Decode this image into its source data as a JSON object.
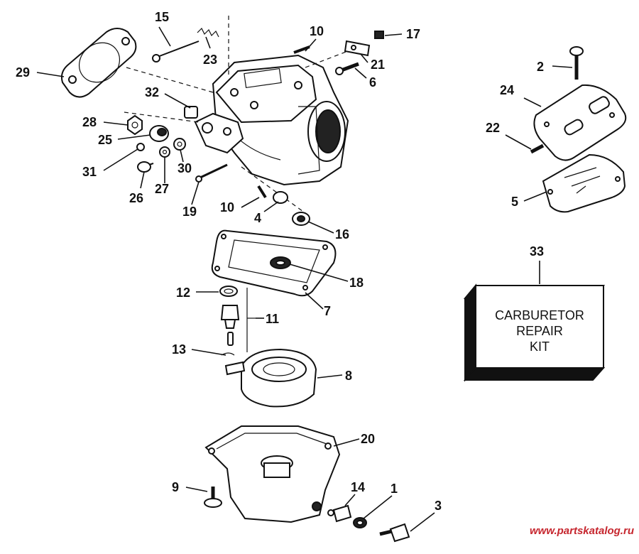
{
  "callouts": {
    "c1": "1",
    "c2": "2",
    "c3": "3",
    "c4": "4",
    "c5": "5",
    "c6": "6",
    "c7": "7",
    "c8": "8",
    "c9": "9",
    "c10a": "10",
    "c10b": "10",
    "c11": "11",
    "c12": "12",
    "c13": "13",
    "c14": "14",
    "c15": "15",
    "c16": "16",
    "c17": "17",
    "c18": "18",
    "c19": "19",
    "c20": "20",
    "c21": "21",
    "c22": "22",
    "c23": "23",
    "c24": "24",
    "c25": "25",
    "c26": "26",
    "c27": "27",
    "c28": "28",
    "c29": "29",
    "c30": "30",
    "c31": "31",
    "c32": "32",
    "c33": "33"
  },
  "kit": {
    "line1": "CARBURETOR",
    "line2": "REPAIR",
    "line3": "KIT"
  },
  "watermark": "www.partskatalog.ru"
}
